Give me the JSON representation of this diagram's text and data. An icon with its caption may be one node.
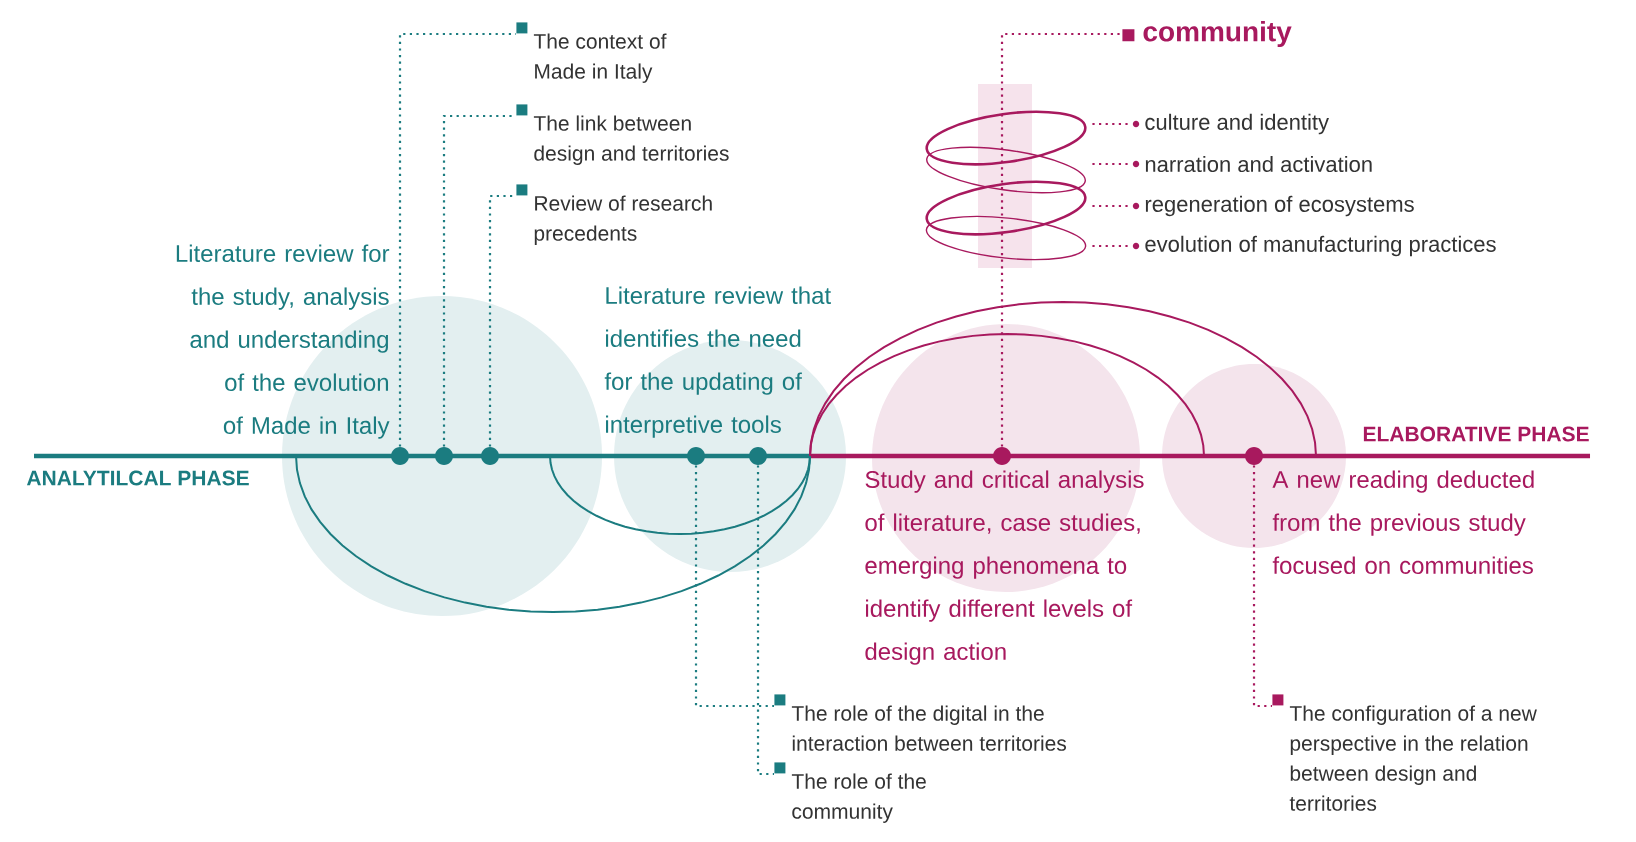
{
  "diagram": {
    "nodes": [
      {
        "text": [
          "Literature review for the study, analysis and understanding of the evolution of Made in Italy"
        ]
      },
      {
        "text": [
          "The context of Made in Italy"
        ]
      },
      {
        "text": [
          "The link between design and territories"
        ]
      },
      {
        "text": [
          "Review of research precedents"
        ]
      },
      {
        "text": [
          "Literature review that identifies the need for the updating of interpretive tools"
        ]
      },
      {
        "text": [
          "community"
        ]
      },
      {
        "text": [
          "culture and identity"
        ]
      },
      {
        "text": [
          "narration and activation"
        ]
      },
      {
        "text": [
          "regeneration of ecosystems"
        ]
      },
      {
        "text": [
          "evolution of manufacturing practices"
        ]
      },
      {
        "text": [
          "Study and critical analysis of literature, case studies, emerging phenomena to identify different levels of design action"
        ]
      },
      {
        "text": [
          "A new reading deducted from the previous study focused on communities"
        ]
      },
      {
        "text": [
          "The role of the digital in the interaction between territories"
        ]
      },
      {
        "text": [
          "The role of the community"
        ]
      },
      {
        "text": [
          "The configuration of a new perspective in the relation between design and territories"
        ]
      },
      {
        "text": [],
        "shape": "circle"
      },
      {
        "text": [],
        "shape": "circle"
      },
      {
        "text": [],
        "shape": "circle"
      },
      {
        "text": [],
        "shape": "circle"
      },
      {
        "text": [],
        "shape": "circle"
      },
      {
        "text": [],
        "shape": "circle"
      },
      {
        "text": [],
        "shape": "circle"
      },
      {
        "text": [],
        "shape": "picture"
      }
    ],
    "edges": [
      {
        "from": 15,
        "to": 1,
        "arrow": "none",
        "style": "dashed",
        "color": "#1b7c80"
      },
      {
        "from": 16,
        "to": 2,
        "arrow": "none",
        "style": "dashed",
        "color": "#1b7c80"
      },
      {
        "from": 17,
        "to": 3,
        "arrow": "none",
        "style": "dashed",
        "color": "#1b7c80"
      },
      {
        "from": 18,
        "to": 12,
        "arrow": "none",
        "style": "dashed",
        "color": "#1b7c80"
      },
      {
        "from": 19,
        "to": 13,
        "arrow": "none",
        "style": "dashed",
        "color": "#1b7c80"
      },
      {
        "from": 20,
        "to": 5,
        "arrow": "none",
        "style": "dashed"
      },
      {
        "from": 22,
        "to": 6,
        "arrow": "none",
        "style": "dashed"
      },
      {
        "from": 22,
        "to": 7,
        "arrow": "none",
        "style": "dashed"
      },
      {
        "from": 22,
        "to": 8,
        "arrow": "none",
        "style": "dashed"
      },
      {
        "from": 22,
        "to": 9,
        "arrow": "none",
        "style": "dashed"
      },
      {
        "from": 21,
        "to": 14,
        "arrow": "none",
        "style": "dashed"
      }
    ],
    "labels": [
      "ANALYTILCAL PHASE",
      "ELABORATIVE PHASE"
    ]
  }
}
